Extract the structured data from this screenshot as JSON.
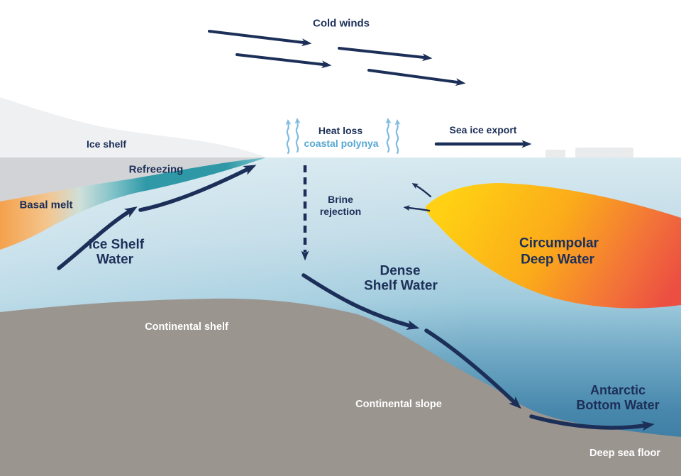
{
  "colors": {
    "label_navy": "#1c2f58",
    "arrow_navy": "#1c2f58",
    "polynya_text_blue": "#57a8d3",
    "heat_squiggle_blue": "#7fbcdf",
    "sky_white": "#ffffff",
    "ice_shelf_gray": "#eff0f2",
    "submerged_ice_gray": "#d2d3d6",
    "sea_ice_white": "#eaebed",
    "water_surface_blue": "#d8e9f0",
    "water_deep_blue": "#35759d",
    "seafloor_gray": "#9b9590",
    "refreezing_teal": "#2f99a7",
    "basal_melt_orange": "#f4a14b",
    "cdw_yellow": "#ffd013",
    "cdw_orange_red": "#ec4f41",
    "seafloor_text_white": "#ffffff"
  },
  "atmosphere": {
    "cold_winds": "Cold winds",
    "heat_loss": "Heat loss",
    "coastal_polynya": "coastal polynya",
    "sea_ice_export": "Sea ice export"
  },
  "ice": {
    "ice_shelf": "Ice shelf",
    "refreezing": "Refreezing",
    "basal_melt": "Basal melt"
  },
  "water_masses": {
    "ice_shelf_water": [
      "Ice Shelf",
      "Water"
    ],
    "brine_rejection": [
      "Brine",
      "rejection"
    ],
    "dense_shelf_water": [
      "Dense",
      "Shelf Water"
    ],
    "circumpolar_deep_water": [
      "Circumpolar",
      "Deep Water"
    ],
    "antarctic_bottom_water": [
      "Antarctic",
      "Bottom Water"
    ]
  },
  "seafloor": {
    "continental_shelf": "Continental shelf",
    "continental_slope": "Continental slope",
    "deep_sea_floor": "Deep sea floor"
  }
}
